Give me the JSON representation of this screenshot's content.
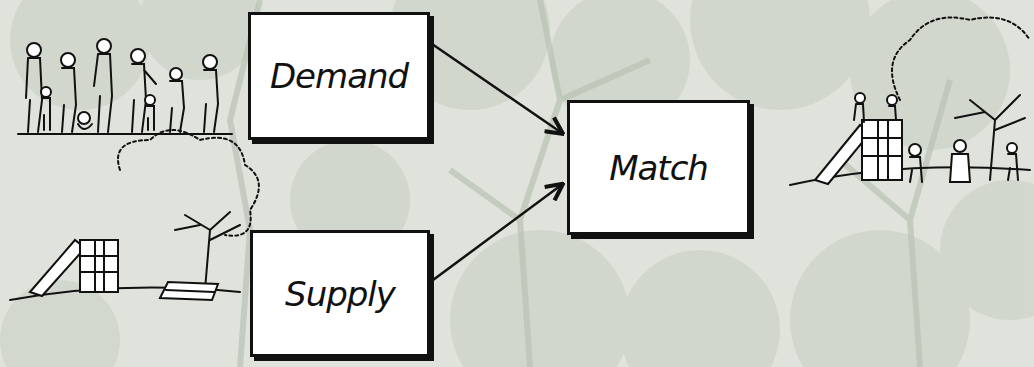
{
  "diagram": {
    "nodes": [
      {
        "text": [
          "Demand"
        ]
      },
      {
        "text": [
          "Supply"
        ]
      },
      {
        "text": [
          "Match"
        ]
      }
    ],
    "edges": [
      {
        "from": 0,
        "to": 2,
        "arrow": "to"
      },
      {
        "from": 1,
        "to": 2,
        "arrow": "to"
      }
    ]
  }
}
